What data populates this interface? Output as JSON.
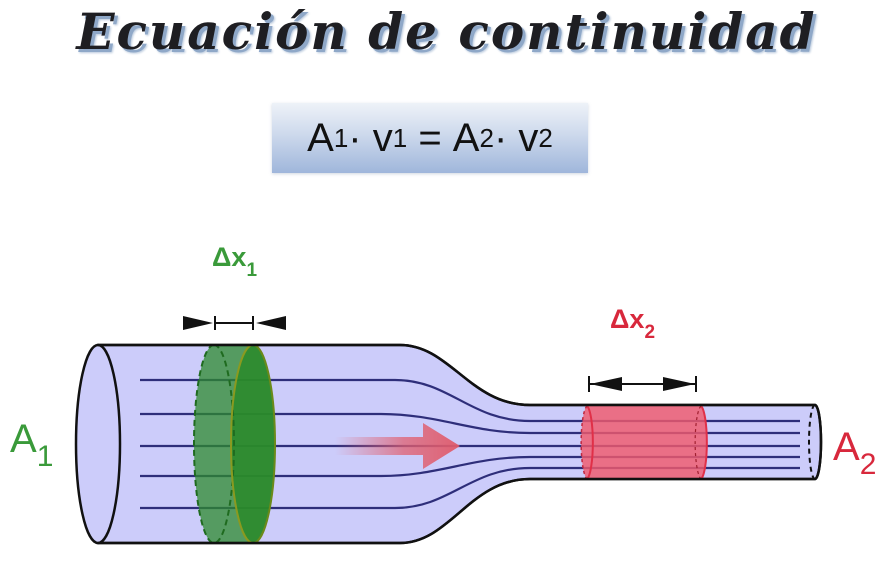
{
  "title": "Ecuación de continuidad",
  "formula": {
    "a1": "A",
    "a1_sub": "1",
    "dot1": "· ",
    "v1": "v",
    "v1_sub": "1",
    "equals": " = ",
    "a2": "A",
    "a2_sub": "2",
    "dot2": "· ",
    "v2": "v",
    "v2_sub": "2"
  },
  "labels": {
    "delta_x1": "Δx",
    "delta_x1_sub": "1",
    "delta_x2": "Δx",
    "delta_x2_sub": "2",
    "area1": "A",
    "area1_sub": "1",
    "area2": "A",
    "area2_sub": "2"
  },
  "colors": {
    "pipe_fill": "#ccccfa",
    "pipe_outline": "#111111",
    "streamline": "#2e2e7a",
    "section1": "#2e8b2e",
    "section2": "#e8465a",
    "flow_arrow": "#e06070",
    "label1": "#3a9a3a",
    "label2": "#d8283c"
  }
}
